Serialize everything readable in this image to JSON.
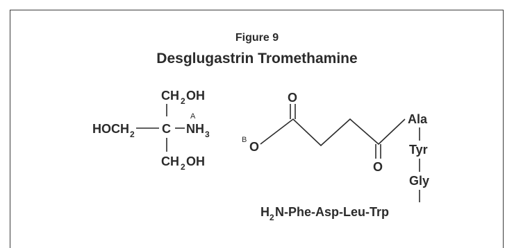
{
  "figure": {
    "number": "Figure 9",
    "title": "Desglugastrin Tromethamine"
  },
  "tromethamine": {
    "top_group": "CH",
    "top_sub": "2",
    "top_tail": "OH",
    "left_group": "HOCH",
    "left_sub": "2",
    "center_atom": "C",
    "right_group": "NH",
    "right_sub": "3",
    "right_label": "A",
    "bottom_group": "CH",
    "bottom_sub": "2",
    "bottom_tail": "OH"
  },
  "peptide": {
    "anion_label": "B",
    "oxygen_anion": "O",
    "oxygen_top": "O",
    "oxygen_bottom": "O",
    "residue_ala": "Ala",
    "residue_tyr": "Tyr",
    "residue_gly": "Gly",
    "chain_prefix": "H",
    "chain_sub": "2",
    "chain_rest": "N-Phe-Asp-Leu-Trp"
  }
}
